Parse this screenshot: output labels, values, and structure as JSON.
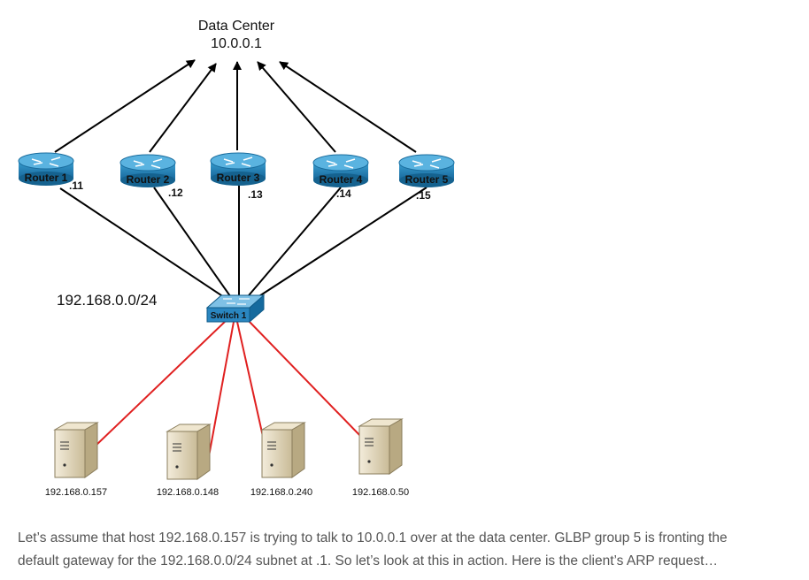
{
  "diagram": {
    "title": "Data Center",
    "title_ip": "10.0.0.1",
    "subnet_label": "192.168.0.0/24",
    "switch": {
      "name": "Switch 1"
    },
    "routers": [
      {
        "name": "Router 1",
        "suffix": ".11"
      },
      {
        "name": "Router 2",
        "suffix": ".12"
      },
      {
        "name": "Router 3",
        "suffix": ".13"
      },
      {
        "name": "Router 4",
        "suffix": ".14"
      },
      {
        "name": "Router 5",
        "suffix": ".15"
      }
    ],
    "hosts": [
      {
        "ip": "192.168.0.157"
      },
      {
        "ip": "192.168.0.148"
      },
      {
        "ip": "192.168.0.240"
      },
      {
        "ip": "192.168.0.50"
      }
    ],
    "colors": {
      "router": "#1e7fb0",
      "switch": "#2a86c0",
      "uplink": "#000000",
      "host_link": "#e02020",
      "server": "#d9cdb0"
    }
  },
  "caption": {
    "line1": "Let’s assume that host 192.168.0.157 is trying to talk to 10.0.0.1 over at the data center.  GLBP group 5 is fronting the",
    "line2": "default gateway for the 192.168.0.0/24 subnet at .1.  So let’s look at this in action.  Here is the client’s ARP request…"
  }
}
